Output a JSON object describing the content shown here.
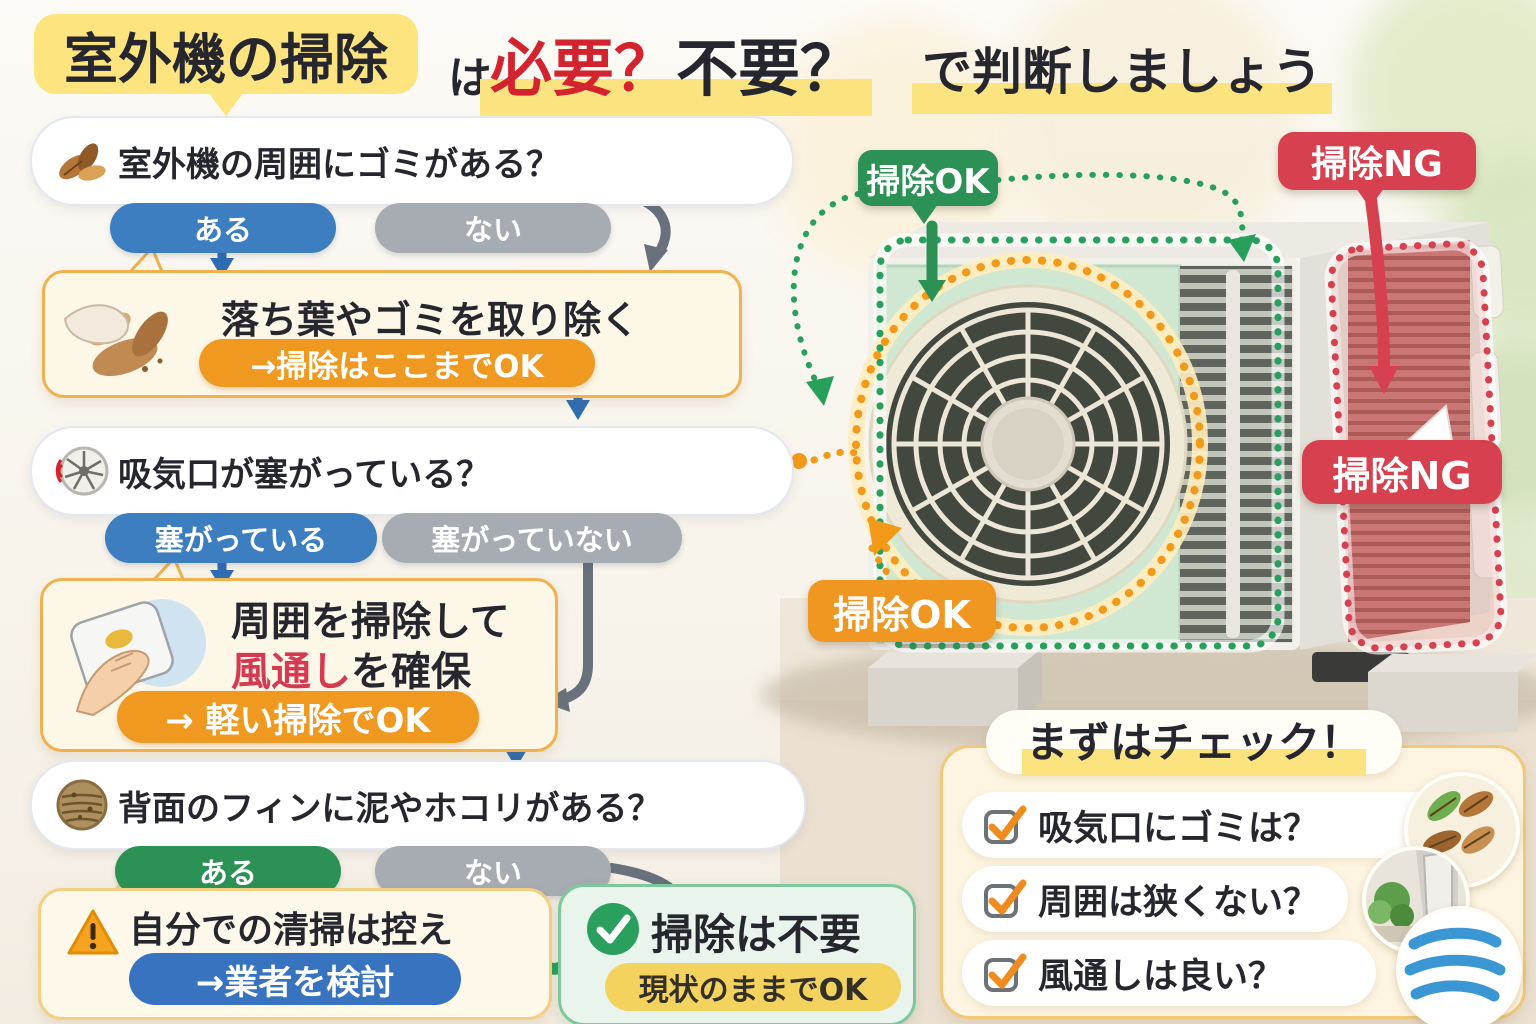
{
  "title": {
    "bubble": "室外機の掃除",
    "particle": "は",
    "need": "必要？",
    "no_need": "不要？",
    "rest": "で判断しましょう"
  },
  "flow": {
    "q1": {
      "text": "室外機の周囲にゴミがある？",
      "yes": "ある",
      "no": "ない"
    },
    "action1": {
      "text": "落ち葉やゴミを取り除く",
      "badge": "→掃除はここまでOK"
    },
    "q2": {
      "text": "吸気口が塞がっている？",
      "yes": "塞がっている",
      "no": "塞がっていない"
    },
    "action2": {
      "line1": "周囲を掃除して",
      "emphasis": "風通し",
      "line2": "を確保",
      "badge": "→ 軽い掃除でOK"
    },
    "q3": {
      "text": "背面のフィンに泥やホコリがある？",
      "yes": "ある",
      "no": "ない"
    },
    "warning": {
      "text": "自分での清掃は控え",
      "badge": "→業者を検討"
    },
    "result": {
      "text": "掃除は不要",
      "badge": "現状のままでOK"
    }
  },
  "unit_labels": {
    "ok_top": "掃除OK",
    "ng_top": "掃除NG",
    "ng_side": "掃除NG",
    "ok_bottom": "掃除OK"
  },
  "checklist": {
    "title": "まずはチェック！",
    "items": [
      "吸気口にゴミは？",
      "周囲は狭くない？",
      "風通しは良い？"
    ]
  },
  "colors": {
    "accent_yellow": "#fde47f",
    "accent_red": "#d2232e",
    "blue": "#3c7ebf",
    "gray": "#a7acb3",
    "green": "#2c9155",
    "orange": "#ef9920",
    "badge_red": "#d6404f",
    "cream": "#fdf7e8",
    "result_green_bg": "#e9f4ec"
  }
}
